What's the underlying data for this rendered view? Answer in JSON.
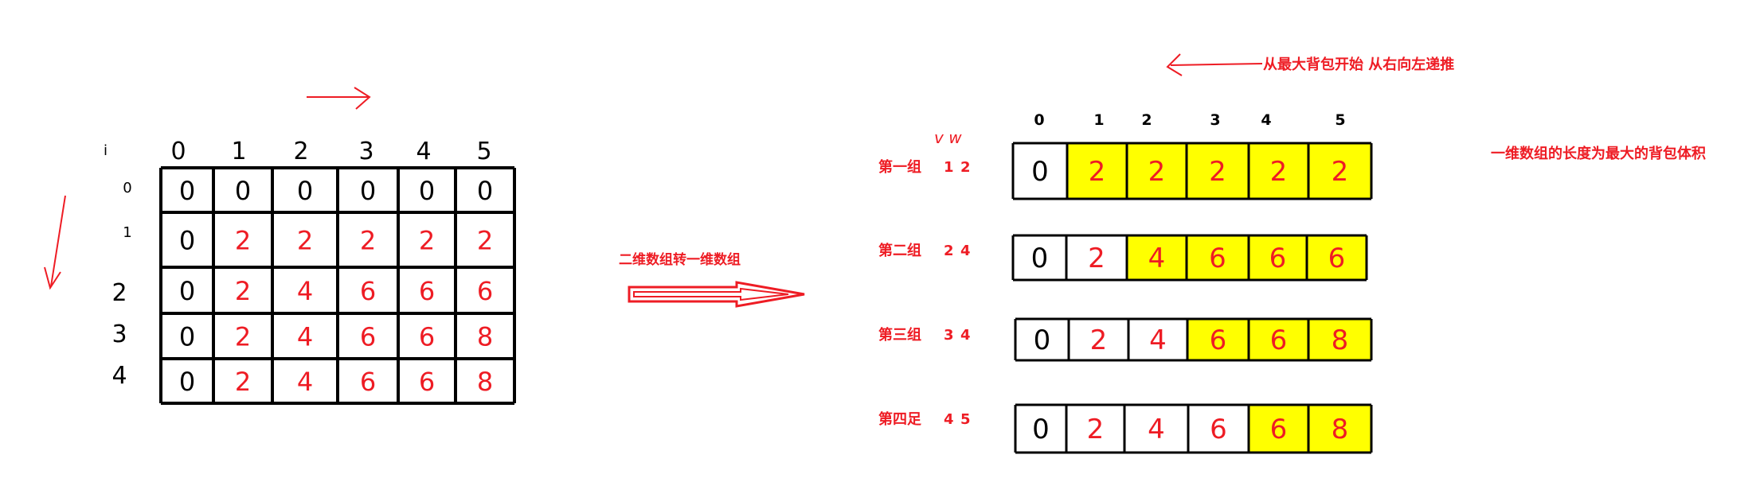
{
  "colors": {
    "red": "#ee1c24",
    "yellow": "#ffff00",
    "black": "#000000"
  },
  "left_table": {
    "col_headers": [
      "0",
      "1",
      "2",
      "3",
      "4",
      "5"
    ],
    "row_headers": [
      "0",
      "1",
      "2",
      "3",
      "4"
    ],
    "corner_mark": "i",
    "rows": [
      [
        "0",
        "0",
        "0",
        "0",
        "0",
        "0"
      ],
      [
        "0",
        "2",
        "2",
        "2",
        "2",
        "2"
      ],
      [
        "0",
        "2",
        "4",
        "6",
        "6",
        "6"
      ],
      [
        "0",
        "2",
        "4",
        "6",
        "6",
        "8"
      ],
      [
        "0",
        "2",
        "4",
        "6",
        "6",
        "8"
      ]
    ],
    "row_prefix": [
      "",
      "",
      "",
      "",
      ""
    ]
  },
  "transform_label": "二维数组转一维数组",
  "direction_note": "从最大背包开始 从右向左递推",
  "length_note": "一维数组的长度为最大的背包体积",
  "vw_header": "v w",
  "right_indices": [
    "0",
    "1",
    "2",
    "3",
    "4",
    "5"
  ],
  "groups": [
    {
      "label": "第一组",
      "v": "1",
      "w": "2",
      "cells": [
        "0",
        "2",
        "2",
        "2",
        "2",
        "2"
      ],
      "highlight": [
        false,
        true,
        true,
        true,
        true,
        true
      ]
    },
    {
      "label": "第二组",
      "v": "2",
      "w": "4",
      "cells": [
        "0",
        "2",
        "4",
        "6",
        "6",
        "6"
      ],
      "highlight": [
        false,
        false,
        true,
        true,
        true,
        true
      ]
    },
    {
      "label": "第三组",
      "v": "3",
      "w": "4",
      "cells": [
        "0",
        "2",
        "4",
        "6",
        "6",
        "8"
      ],
      "highlight": [
        false,
        false,
        false,
        true,
        true,
        true
      ]
    },
    {
      "label": "第四足",
      "v": "4",
      "w": "5",
      "cells": [
        "0",
        "2",
        "4",
        "6",
        "6",
        "8"
      ],
      "highlight": [
        false,
        false,
        false,
        false,
        true,
        true
      ]
    }
  ]
}
